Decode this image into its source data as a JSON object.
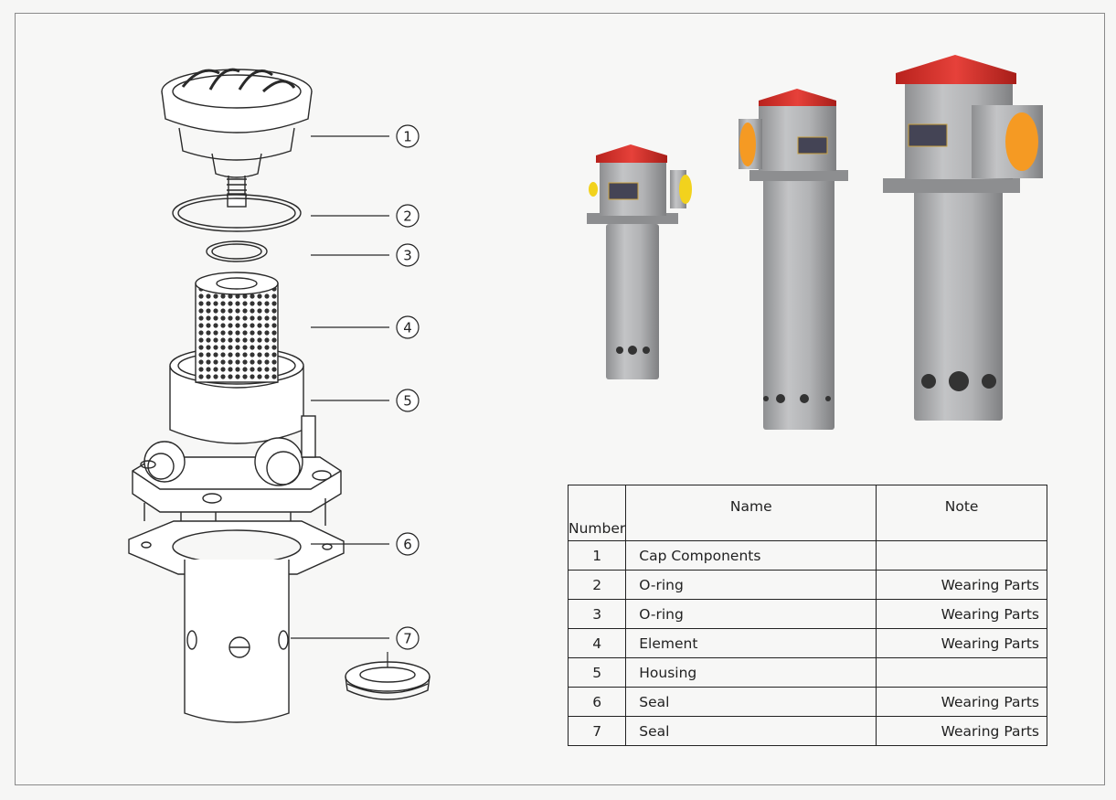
{
  "callouts": [
    {
      "number": "1"
    },
    {
      "number": "2"
    },
    {
      "number": "3"
    },
    {
      "number": "4"
    },
    {
      "number": "5"
    },
    {
      "number": "6"
    },
    {
      "number": "7"
    }
  ],
  "table": {
    "headers": {
      "number": "Number",
      "name": "Name",
      "note": "Note"
    },
    "rows": [
      {
        "number": "1",
        "name": "Cap Components",
        "note": ""
      },
      {
        "number": "2",
        "name": "O-ring",
        "note": "Wearing Parts"
      },
      {
        "number": "3",
        "name": "O-ring",
        "note": "Wearing Parts"
      },
      {
        "number": "4",
        "name": "Element",
        "note": "Wearing Parts"
      },
      {
        "number": "5",
        "name": "Housing",
        "note": ""
      },
      {
        "number": "6",
        "name": "Seal",
        "note": "Wearing Parts"
      },
      {
        "number": "7",
        "name": "Seal",
        "note": "Wearing Parts"
      }
    ]
  },
  "colors": {
    "cap_red": "#d8312b",
    "body_gray": "#a9aaac",
    "port_yellow": "#f2d21d",
    "port_orange": "#f59a23",
    "line": "#222222"
  },
  "products": [
    {
      "size": "small",
      "port_color": "yellow"
    },
    {
      "size": "medium",
      "port_color": "orange"
    },
    {
      "size": "large",
      "port_color": "orange"
    }
  ]
}
